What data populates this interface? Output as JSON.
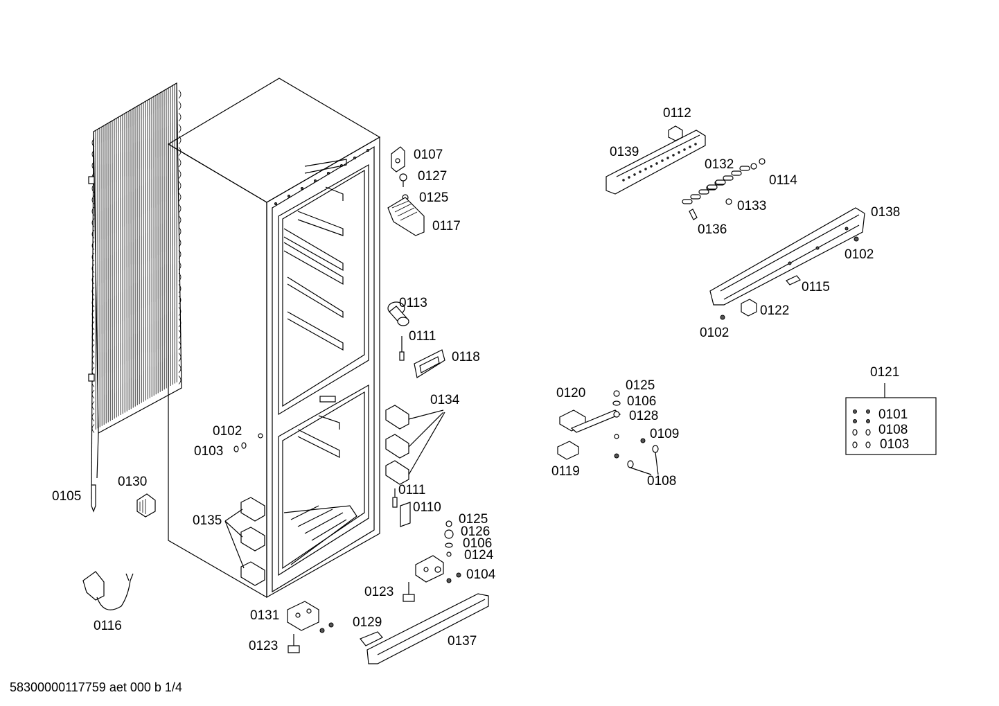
{
  "footer_text": "58300000117759 aet 000 b 1/4",
  "labels": [
    {
      "id": "p0107",
      "text": "0107"
    },
    {
      "id": "p0127",
      "text": "0127"
    },
    {
      "id": "p0125a",
      "text": "0125"
    },
    {
      "id": "p0117",
      "text": "0117"
    },
    {
      "id": "p0113",
      "text": "0113"
    },
    {
      "id": "p0111a",
      "text": "0111"
    },
    {
      "id": "p0118",
      "text": "0118"
    },
    {
      "id": "p0134",
      "text": "0134"
    },
    {
      "id": "p0102a",
      "text": "0102"
    },
    {
      "id": "p0103a",
      "text": "0103"
    },
    {
      "id": "p0105",
      "text": "0105"
    },
    {
      "id": "p0130",
      "text": "0130"
    },
    {
      "id": "p0135",
      "text": "0135"
    },
    {
      "id": "p0116",
      "text": "0116"
    },
    {
      "id": "p0111b",
      "text": "0111"
    },
    {
      "id": "p0110",
      "text": "0110"
    },
    {
      "id": "p0125b",
      "text": "0125"
    },
    {
      "id": "p0126",
      "text": "0126"
    },
    {
      "id": "p0106a",
      "text": "0106"
    },
    {
      "id": "p0124",
      "text": "0124"
    },
    {
      "id": "p0104",
      "text": "0104"
    },
    {
      "id": "p0123a",
      "text": "0123"
    },
    {
      "id": "p0131",
      "text": "0131"
    },
    {
      "id": "p0129",
      "text": "0129"
    },
    {
      "id": "p0123b",
      "text": "0123"
    },
    {
      "id": "p0137",
      "text": "0137"
    },
    {
      "id": "p0112",
      "text": "0112"
    },
    {
      "id": "p0139",
      "text": "0139"
    },
    {
      "id": "p0132",
      "text": "0132"
    },
    {
      "id": "p0114",
      "text": "0114"
    },
    {
      "id": "p0133",
      "text": "0133"
    },
    {
      "id": "p0136",
      "text": "0136"
    },
    {
      "id": "p0138",
      "text": "0138"
    },
    {
      "id": "p0102b",
      "text": "0102"
    },
    {
      "id": "p0115",
      "text": "0115"
    },
    {
      "id": "p0122",
      "text": "0122"
    },
    {
      "id": "p0102c",
      "text": "0102"
    },
    {
      "id": "p0121",
      "text": "0121"
    },
    {
      "id": "p0101",
      "text": "0101"
    },
    {
      "id": "p0108a",
      "text": "0108"
    },
    {
      "id": "p0103b",
      "text": "0103"
    },
    {
      "id": "p0120",
      "text": "0120"
    },
    {
      "id": "p0125c",
      "text": "0125"
    },
    {
      "id": "p0106b",
      "text": "0106"
    },
    {
      "id": "p0128",
      "text": "0128"
    },
    {
      "id": "p0109",
      "text": "0109"
    },
    {
      "id": "p0119",
      "text": "0119"
    },
    {
      "id": "p0108b",
      "text": "0108"
    }
  ]
}
